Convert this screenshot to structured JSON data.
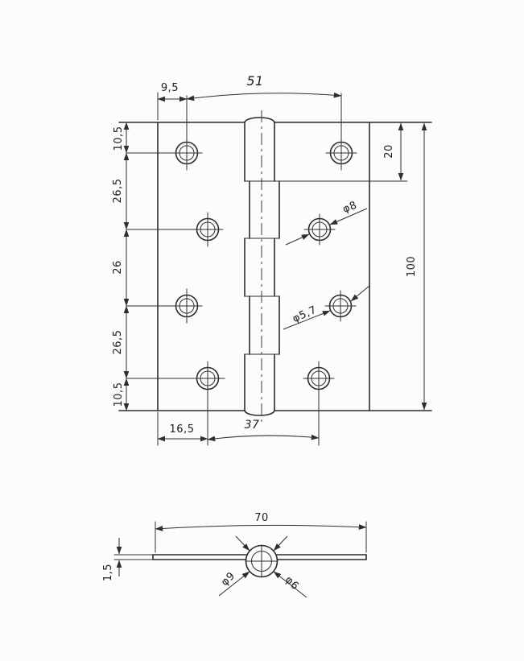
{
  "drawing": {
    "front_view": {
      "dims": {
        "edge_to_hole_top": "9,5",
        "top_hole_span": "51",
        "margin_top": "10,5",
        "row_pitch_upper": "26,5",
        "row_pitch_middle": "26",
        "row_pitch_lower": "26,5",
        "margin_bottom": "10,5",
        "knuckle_length": "20",
        "total_height": "100",
        "edge_to_hole_bottom": "16,5",
        "bottom_hole_span": "37",
        "countersink_dia": "φ8",
        "pilot_hole_dia": "φ5,7"
      }
    },
    "bottom_view": {
      "dims": {
        "open_width": "70",
        "leaf_thickness": "1,5",
        "barrel_dia": "φ9",
        "pin_dia": "φ6"
      }
    }
  }
}
